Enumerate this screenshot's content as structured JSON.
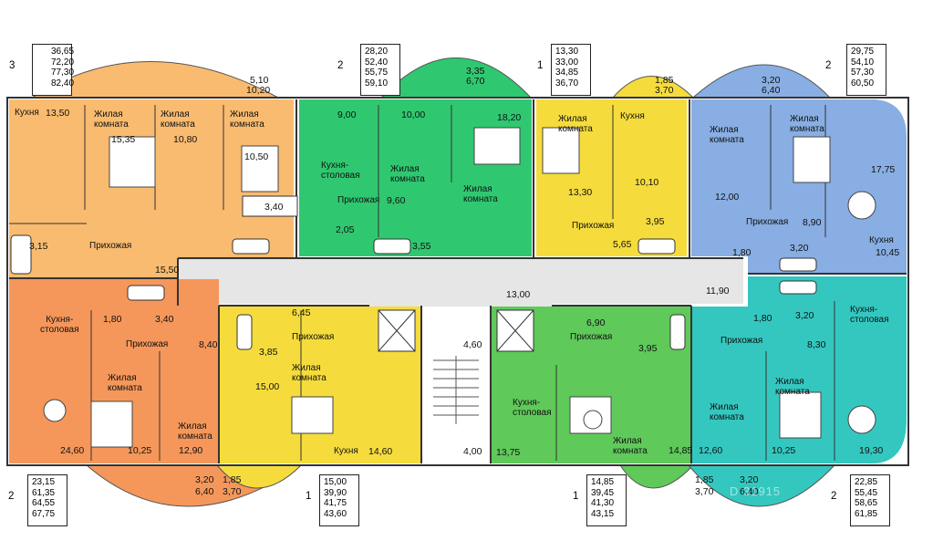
{
  "legend_boxes": {
    "tl": {
      "rooms": "3",
      "areas": [
        "36,65",
        "72,20",
        "77,30",
        "82,40"
      ]
    },
    "tc": {
      "rooms": "2",
      "areas": [
        "28,20",
        "52,40",
        "55,75",
        "59,10"
      ]
    },
    "tr1": {
      "rooms": "1",
      "areas": [
        "13,30",
        "33,00",
        "34,85",
        "36,70"
      ]
    },
    "tr2": {
      "rooms": "2",
      "areas": [
        "29,75",
        "54,10",
        "57,30",
        "60,50"
      ]
    },
    "bl": {
      "rooms": "2",
      "areas": [
        "23,15",
        "61,35",
        "64,55",
        "67,75"
      ]
    },
    "bc": {
      "rooms": "1",
      "areas": [
        "15,00",
        "39,90",
        "41,75",
        "43,60"
      ]
    },
    "br1": {
      "rooms": "1",
      "areas": [
        "14,85",
        "39,45",
        "41,30",
        "43,15"
      ]
    },
    "br2": {
      "rooms": "2",
      "areas": [
        "22,85",
        "55,45",
        "58,65",
        "61,85"
      ]
    }
  },
  "balconies": {
    "tl": [
      "5,10",
      "10,20"
    ],
    "tc": [
      "3,35",
      "6,70"
    ],
    "tr1": [
      "1,85",
      "3,70"
    ],
    "tr2": [
      "3,20",
      "6,40"
    ],
    "bl1": [
      "3,20",
      "6,40"
    ],
    "bl2": [
      "1,85",
      "3,70"
    ],
    "br1": [
      "1,85",
      "3,70"
    ],
    "br2": [
      "3,20",
      "6,40"
    ]
  },
  "labels": {
    "kitchen": "Кухня",
    "living_1": "Жилая",
    "living_2": "комната",
    "hall": "Прихожая",
    "kitchen_dining_1": "Кухня-",
    "kitchen_dining_2": "столовая"
  },
  "areas": {
    "a1_kitchen": "13,50",
    "a1_room1": "15,35",
    "a1_room2": "10,80",
    "a1_room3": "10,50",
    "a1_hall": "15,50",
    "a1_bath": "3,15",
    "a1_wc": "3,40",
    "a2_kd": "9,00",
    "a2_room1": "10,00",
    "a2_room2": "18,20",
    "a2_hall": "9,60",
    "a2_wc": "2,05",
    "a2_bath": "3,55",
    "a3_room": "13,30",
    "a3_kitchen": "10,10",
    "a3_bath": "3,95",
    "a3_hall": "5,65",
    "a4_room1": "12,00",
    "a4_room2": "17,75",
    "a4_hall": "8,90",
    "a4_kitchen": "10,45",
    "a4_wc": "1,80",
    "a4_bath": "3,20",
    "corridor1": "13,00",
    "corridor2": "11,90",
    "lift_hall": "4,60",
    "stairs": "4,00",
    "b1_wc": "1,80",
    "b1_bath": "3,40",
    "b1_hall": "8,40",
    "b1_room1": "24,60",
    "b1_room2": "10,25",
    "b1_room3": "12,90",
    "b2_hall_a": "6,45",
    "b2_bath": "3,85",
    "b2_room": "15,00",
    "b2_kitchen": "14,60",
    "b3_hall": "6,90",
    "b3_bath": "3,95",
    "b3_kd": "13,75",
    "b3_room": "14,85",
    "b4_wc": "1,80",
    "b4_bath": "3,20",
    "b4_hall": "8,30",
    "b4_room1": "12,60",
    "b4_room2": "10,25",
    "b4_kd": "19,30"
  },
  "watermark": "D 31915",
  "colors": {
    "orange_light": "#f9bb6f",
    "orange_dark": "#f5975a",
    "green": "#2fc870",
    "green_light": "#5fc95a",
    "yellow": "#f5dc3c",
    "yellow_green": "#c8d93a",
    "blue": "#88aee3",
    "teal": "#34c7bf",
    "corridor": "#e6e6e6"
  }
}
